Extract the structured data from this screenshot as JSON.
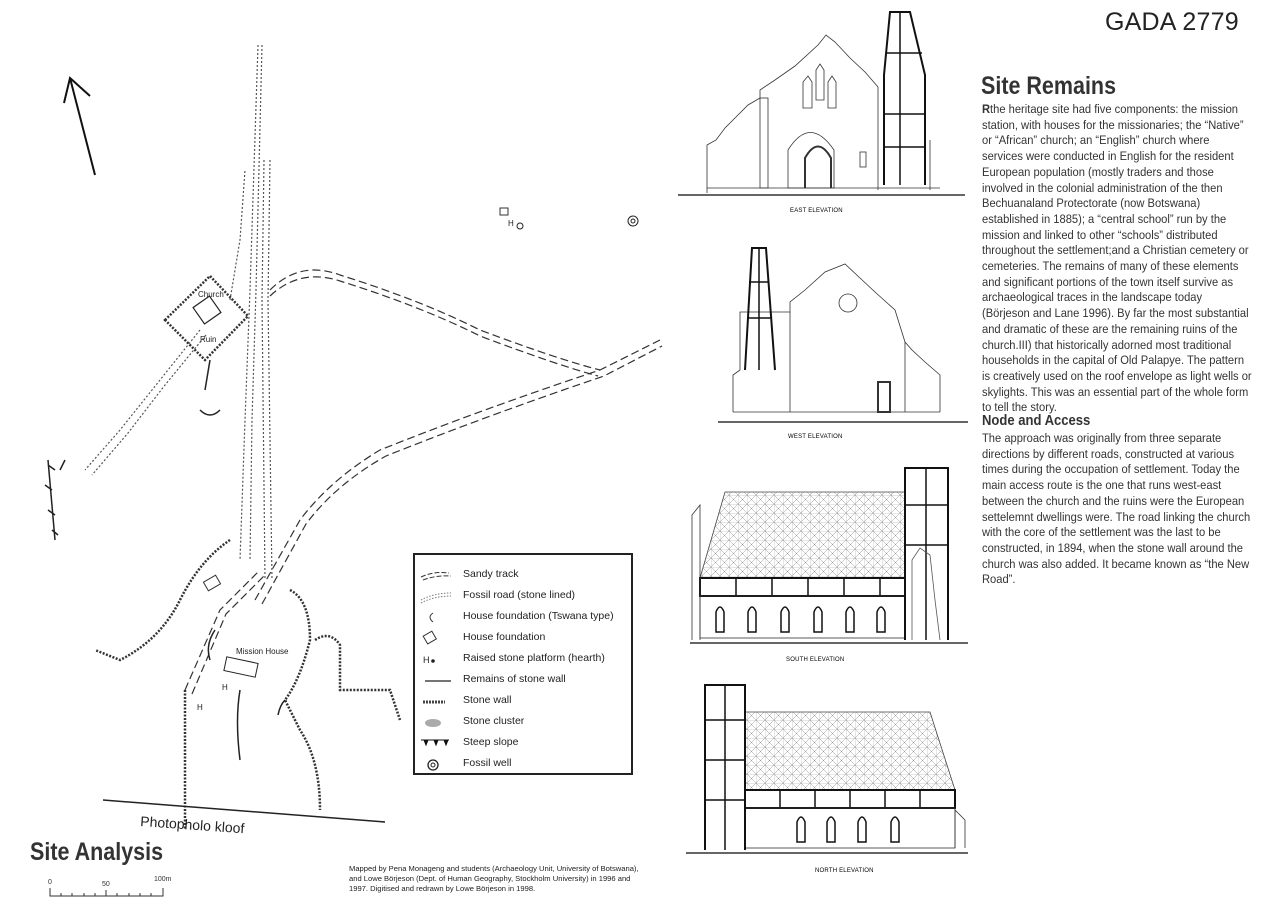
{
  "header": {
    "code": "GADA 2779"
  },
  "site_remains": {
    "title": "Site Remains",
    "drop_cap": "R",
    "paragraph": "the heritage site had five components: the mission station, with houses for the missionaries; the “Native” or “African” church; an “English” church where services were conducted in English for the resident European population (mostly traders and those involved in the colonial administration of the then Bechuanaland Protectorate (now Botswana) established in 1885); a “central school” run by the mission and linked to other “schools” distributed throughout the settlement;and a Christian cemetery or cemeteries. The remains of many of these elements and significant portions of the town itself survive as archaeological traces in the landscape today (Börjeson and Lane 1996). By far the most substantial and dramatic of these are the remaining ruins of the church.III) that historically adorned most traditional households in the capital of Old Palapye. The pattern is creatively used on the roof envelope as light wells or skylights. This was an essential part of the whole form to tell the story."
  },
  "node_access": {
    "title": "Node and Access",
    "paragraph": "The approach was originally from three separate directions by different roads, constructed at various times during the occupation of settlement. Today the main access route is the one that runs west-east between the church and the ruins were the European settelemnt dwellings were. The road linking the church with the core of the settlement was the last to be constructed, in 1894, when the stone wall around the church was also added. It became known as “the New Road”."
  },
  "elevations": {
    "east": "EAST ELEVATION",
    "west": "WEST ELEVATION",
    "south": "SOUTH ELEVATION",
    "north": "NORTH ELEVATION"
  },
  "site_analysis": {
    "title": "Site Analysis",
    "map_labels": {
      "church": "Church",
      "ruin": "Ruin",
      "mission_house": "Mission House",
      "hearth": "H",
      "kloof": "Photopholo kloof"
    },
    "scale": {
      "ticks": [
        "0",
        "50",
        "100m"
      ]
    },
    "credit": "Mapped by Pena Monageng and students (Archaeology Unit, University of Botswana), and Lowe Börjeson (Dept. of Human Geography, Stockholm University) in 1996 and 1997. Digitised and redrawn by Lowe Börjeson in 1998.",
    "legend": [
      {
        "icon": "sandy-track",
        "label": "Sandy track"
      },
      {
        "icon": "fossil-road",
        "label": "Fossil road (stone lined)"
      },
      {
        "icon": "house-foundation-tswana",
        "label": "House foundation (Tswana type)"
      },
      {
        "icon": "house-foundation",
        "label": "House foundation"
      },
      {
        "icon": "hearth",
        "label": "Raised stone platform (hearth)"
      },
      {
        "icon": "stone-wall-remains",
        "label": "Remains of stone wall"
      },
      {
        "icon": "stone-wall",
        "label": "Stone wall"
      },
      {
        "icon": "stone-cluster",
        "label": "Stone cluster"
      },
      {
        "icon": "steep-slope",
        "label": "Steep slope"
      },
      {
        "icon": "fossil-well",
        "label": "Fossil well"
      }
    ]
  }
}
